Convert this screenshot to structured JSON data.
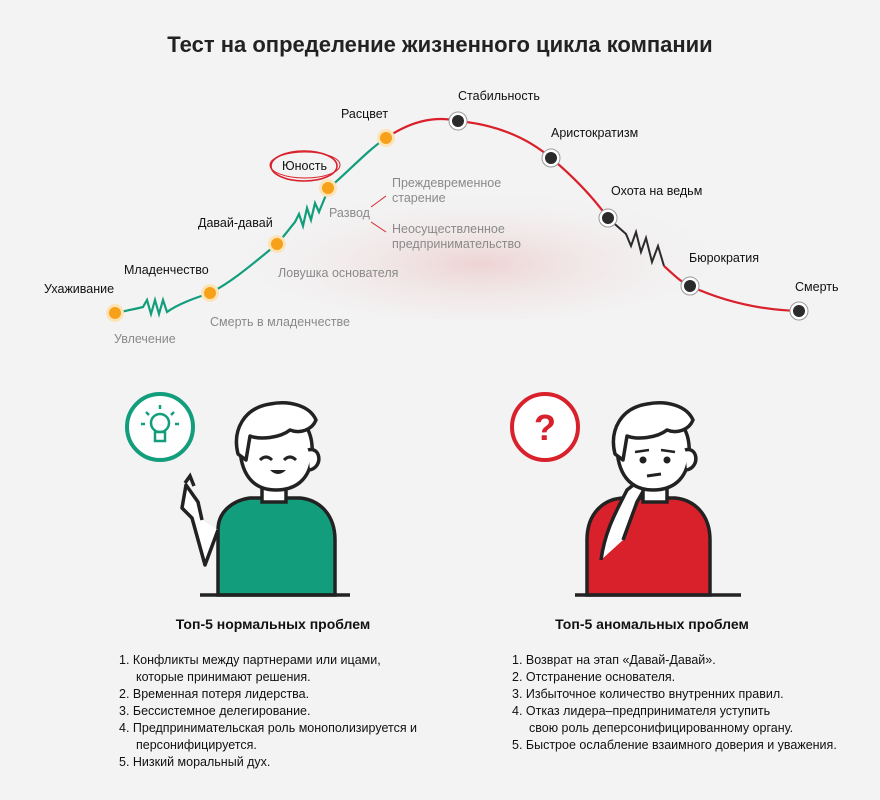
{
  "title": "Тест на определение жизненного цикла компании",
  "stages": {
    "courtship": "Ухаживание",
    "infancy": "Младенчество",
    "gogo": "Давай-давай",
    "youth": "Юность",
    "prime": "Расцвет",
    "stability": "Стабильность",
    "aristocracy": "Аристократизм",
    "witch_hunt": "Охота на ведьм",
    "bureaucracy": "Бюрократия",
    "death": "Смерть"
  },
  "traps": {
    "infatuation": "Увлечение",
    "infant_death": "Смерть в младенчестве",
    "founder_trap": "Ловушка основателя",
    "divorce": "Развод",
    "premature_aging": [
      "Преждевременное",
      "старение"
    ],
    "unfulfilled_entrepreneurship": [
      "Неосуществленное",
      "предпринимательство"
    ]
  },
  "colors": {
    "green": "#129e7c",
    "red": "#d9212c",
    "orange": "#f7a11a",
    "dark": "#2b2b2b"
  },
  "icons": {
    "left": "lightbulb-icon",
    "right": "question-mark-icon"
  },
  "normal": {
    "heading": "Топ-5 нормальных проблем",
    "items": [
      [
        "1. Конфликты между партнерами или ицами,",
        "которые принимают решения."
      ],
      [
        "2. Временная потеря лидерства."
      ],
      [
        "3. Бессистемное делегирование."
      ],
      [
        "4. Предпринимательская роль монополизируется и",
        "персонифицируется."
      ],
      [
        "5. Низкий моральный дух."
      ]
    ]
  },
  "abnormal": {
    "heading": "Топ-5 аномальных проблем",
    "items": [
      [
        "1. Возврат на этап «Давай-Давай»."
      ],
      [
        "2. Отстранение основателя."
      ],
      [
        "3. Избыточное количество внутренних правил."
      ],
      [
        "4. Отказ лидера–предпринимателя уступить",
        "свою роль  деперсонифицированному органу."
      ],
      [
        "5. Быстрое ослабление взаимного доверия и уважения."
      ]
    ]
  }
}
